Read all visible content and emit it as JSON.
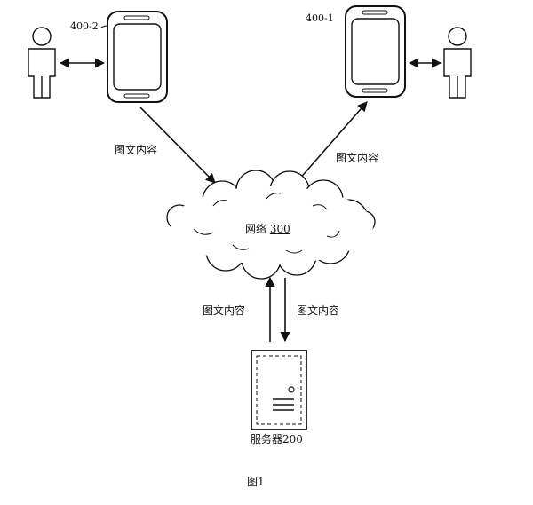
{
  "device_left": {
    "ref": "400-2"
  },
  "device_right": {
    "ref": "400-1"
  },
  "network": {
    "name": "网络",
    "ref": "300"
  },
  "server": {
    "label": "服务器200"
  },
  "arrows": {
    "left_to_network": "图文内容",
    "network_to_right": "图文内容",
    "server_to_network": "图文内容",
    "network_to_server": "图文内容"
  },
  "figure": {
    "caption": "图1"
  }
}
